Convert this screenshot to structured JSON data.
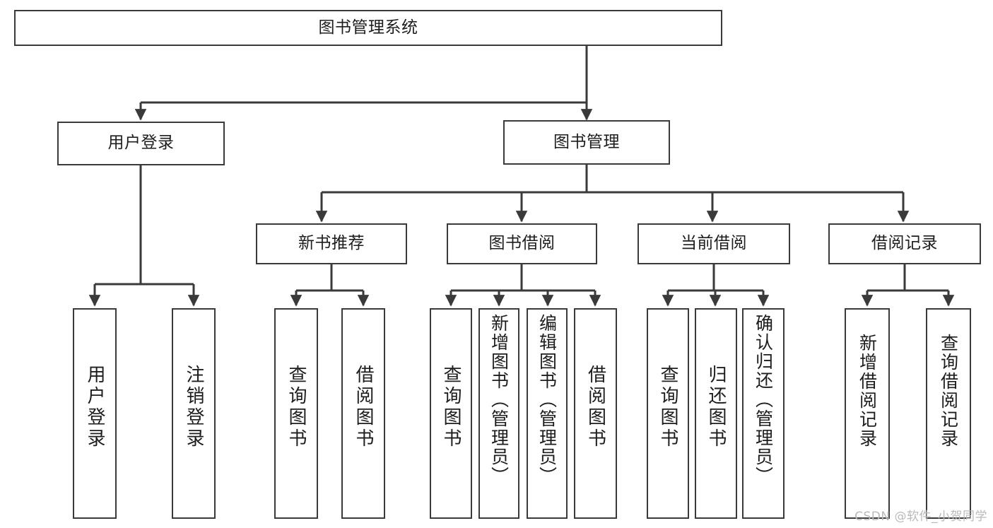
{
  "diagram": {
    "type": "tree",
    "title": "图书管理系统",
    "orientation": "top-down",
    "line_color": "#3a3a3a",
    "box_fill": "#ffffff",
    "text_color": "#1d1d1d",
    "watermark": "CSDN @软件_小贺同学"
  },
  "nodes": {
    "root": {
      "label": "图书管理系统"
    },
    "level2": [
      {
        "label": "用户登录"
      },
      {
        "label": "图书管理"
      }
    ],
    "level3": [
      {
        "label": "新书推荐"
      },
      {
        "label": "图书借阅"
      },
      {
        "label": "当前借阅"
      },
      {
        "label": "借阅记录"
      }
    ],
    "leaves_user_login": [
      {
        "label": "用户登录"
      },
      {
        "label": "注销登录"
      }
    ],
    "leaves_new_books": [
      {
        "label": "查询图书"
      },
      {
        "label": "借阅图书"
      }
    ],
    "leaves_borrow": [
      {
        "label": "查询图书"
      },
      {
        "label": "新增图书（管理员）"
      },
      {
        "label": "编辑图书（管理员）"
      },
      {
        "label": "借阅图书"
      }
    ],
    "leaves_current": [
      {
        "label": "查询图书"
      },
      {
        "label": "归还图书"
      },
      {
        "label": "确认归还（管理员）"
      }
    ],
    "leaves_records": [
      {
        "label": "新增借阅记录"
      },
      {
        "label": "查询借阅记录"
      }
    ]
  }
}
